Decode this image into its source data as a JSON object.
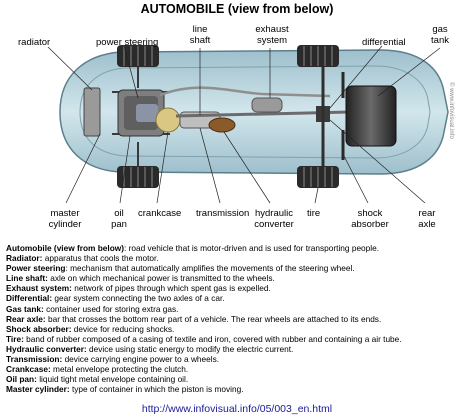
{
  "title": "AUTOMOBILE (view from below)",
  "credit": "© www.infovisual.info",
  "top_labels": {
    "radiator": "radiator",
    "power_steering": "power steering",
    "line_shaft": [
      "line",
      "shaft"
    ],
    "exhaust_system": [
      "exhaust",
      "system"
    ],
    "differential": "differential",
    "gas_tank": [
      "gas",
      "tank"
    ]
  },
  "bottom_labels": {
    "master_cylinder": [
      "master",
      "cylinder"
    ],
    "oil_pan": [
      "oil",
      "pan"
    ],
    "crankcase": "crankcase",
    "transmission": "transmission",
    "hydraulic_converter": [
      "hydraulic",
      "converter"
    ],
    "tire": "tire",
    "shock_absorber": [
      "shock",
      "absorber"
    ],
    "rear_axle": [
      "rear",
      "axle"
    ]
  },
  "definitions": [
    {
      "term": "Automobile (view from below)",
      "text": ": road vehicle that is motor-driven and is used for transporting people."
    },
    {
      "term": "Radiator:",
      "text": " apparatus that cools the motor."
    },
    {
      "term": "Power steering",
      "text": ": mechanism that automatically amplifies the movements of the steering wheel."
    },
    {
      "term": "Line shaft:",
      "text": " axle on which mechanical power is transmitted to the wheels."
    },
    {
      "term": "Exhaust system:",
      "text": " network of pipes through which spent gas is expelled."
    },
    {
      "term": "Differential:",
      "text": " gear system connecting the two axles of a car."
    },
    {
      "term": "Gas tank:",
      "text": " container used for storing extra gas."
    },
    {
      "term": "Rear axle:",
      "text": " bar that crosses the bottom rear part of a vehicle. The rear wheels are attached to its ends."
    },
    {
      "term": "Shock absorber:",
      "text": " device for reducing shocks."
    },
    {
      "term": "Tire:",
      "text": " band of rubber composed of a casing of textile and iron, covered with rubber and containing a air tube."
    },
    {
      "term": "Hydraulic converter:",
      "text": " device using static energy to modify the electric current."
    },
    {
      "term": "Transmission:",
      "text": " device carrying engine power to a wheels."
    },
    {
      "term": "Crankcase:",
      "text": " metal envelope protecting the clutch."
    },
    {
      "term": "Oil pan:",
      "text": " liquid tight metal envelope containing oil."
    },
    {
      "term": "Master cylinder:",
      "text": " type of container in which the piston is moving."
    }
  ],
  "url": "http://www.infovisual.info/05/003_en.html",
  "colors": {
    "label_red": "#e0141e",
    "body_blue": "#b6d2dc",
    "url_blue": "#1a1a9a"
  }
}
